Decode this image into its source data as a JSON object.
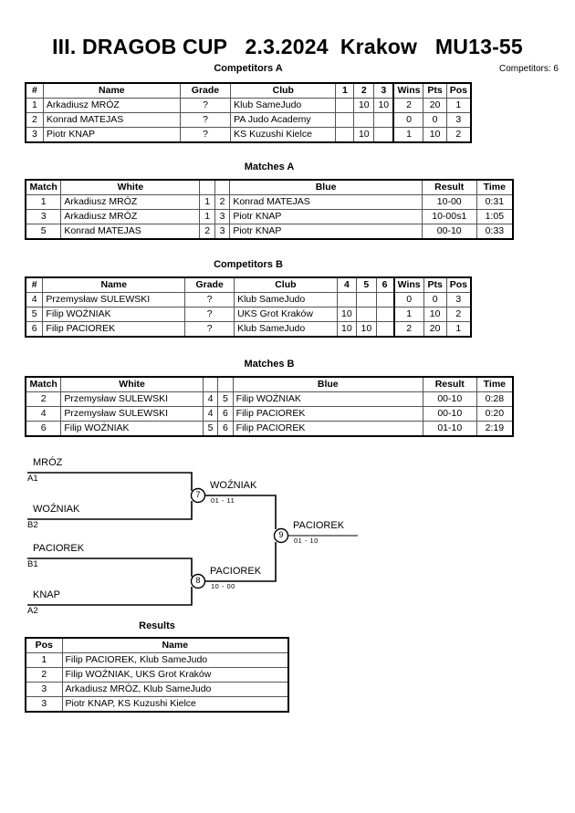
{
  "header": {
    "title": "III. DRAGOB CUP   2.3.2024  Krakow   MU13-55",
    "competitors_count_label": "Competitors: 6"
  },
  "sections": {
    "competitors_a_caption": "Competitors A",
    "matches_a_caption": "Matches A",
    "competitors_b_caption": "Competitors B",
    "matches_b_caption": "Matches B",
    "results_caption": "Results"
  },
  "competitors_a": {
    "headers": {
      "idx": "#",
      "name": "Name",
      "grade": "Grade",
      "club": "Club",
      "s1": "1",
      "s2": "2",
      "s3": "3",
      "wins": "Wins",
      "pts": "Pts",
      "pos": "Pos"
    },
    "rows": [
      {
        "idx": "1",
        "name": "Arkadiusz MRÓZ",
        "grade": "?",
        "club": "Klub SameJudo",
        "s1": "",
        "s2": "10",
        "s3": "10",
        "wins": "2",
        "pts": "20",
        "pos": "1"
      },
      {
        "idx": "2",
        "name": "Konrad MATEJAS",
        "grade": "?",
        "club": "PA Judo Academy",
        "s1": "",
        "s2": "",
        "s3": "",
        "wins": "0",
        "pts": "0",
        "pos": "3"
      },
      {
        "idx": "3",
        "name": "Piotr KNAP",
        "grade": "?",
        "club": "KS Kuzushi Kielce",
        "s1": "",
        "s2": "10",
        "s3": "",
        "wins": "1",
        "pts": "10",
        "pos": "2"
      }
    ]
  },
  "matches_a": {
    "headers": {
      "match": "Match",
      "white": "White",
      "n1": "",
      "n2": "",
      "blue": "Blue",
      "result": "Result",
      "time": "Time"
    },
    "rows": [
      {
        "match": "1",
        "white": "Arkadiusz MRÓZ",
        "n1": "1",
        "n2": "2",
        "blue": "Konrad MATEJAS",
        "result": "10-00",
        "time": "0:31"
      },
      {
        "match": "3",
        "white": "Arkadiusz MRÓZ",
        "n1": "1",
        "n2": "3",
        "blue": "Piotr KNAP",
        "result": "10-00s1",
        "time": "1:05"
      },
      {
        "match": "5",
        "white": "Konrad MATEJAS",
        "n1": "2",
        "n2": "3",
        "blue": "Piotr KNAP",
        "result": "00-10",
        "time": "0:33"
      }
    ]
  },
  "competitors_b": {
    "headers": {
      "idx": "#",
      "name": "Name",
      "grade": "Grade",
      "club": "Club",
      "s1": "4",
      "s2": "5",
      "s3": "6",
      "wins": "Wins",
      "pts": "Pts",
      "pos": "Pos"
    },
    "rows": [
      {
        "idx": "4",
        "name": "Przemysław SULEWSKI",
        "grade": "?",
        "club": "Klub SameJudo",
        "s1": "",
        "s2": "",
        "s3": "",
        "wins": "0",
        "pts": "0",
        "pos": "3"
      },
      {
        "idx": "5",
        "name": "Filip WOŹNIAK",
        "grade": "?",
        "club": "UKS Grot Kraków",
        "s1": "10",
        "s2": "",
        "s3": "",
        "wins": "1",
        "pts": "10",
        "pos": "2"
      },
      {
        "idx": "6",
        "name": "Filip PACIOREK",
        "grade": "?",
        "club": "Klub SameJudo",
        "s1": "10",
        "s2": "10",
        "s3": "",
        "wins": "2",
        "pts": "20",
        "pos": "1"
      }
    ]
  },
  "matches_b": {
    "headers": {
      "match": "Match",
      "white": "White",
      "n1": "",
      "n2": "",
      "blue": "Blue",
      "result": "Result",
      "time": "Time"
    },
    "rows": [
      {
        "match": "2",
        "white": "Przemysław SULEWSKI",
        "n1": "4",
        "n2": "5",
        "blue": "Filip WOŹNIAK",
        "result": "00-10",
        "time": "0:28"
      },
      {
        "match": "4",
        "white": "Przemysław SULEWSKI",
        "n1": "4",
        "n2": "6",
        "blue": "Filip PACIOREK",
        "result": "00-10",
        "time": "0:20"
      },
      {
        "match": "6",
        "white": "Filip WOŹNIAK",
        "n1": "5",
        "n2": "6",
        "blue": "Filip PACIOREK",
        "result": "01-10",
        "time": "2:19"
      }
    ]
  },
  "bracket": {
    "entries": [
      {
        "name": "MRÓZ",
        "seed": "A1"
      },
      {
        "name": "WOŹNIAK",
        "seed": "B2"
      },
      {
        "name": "PACIOREK",
        "seed": "B1"
      },
      {
        "name": "KNAP",
        "seed": "A2"
      }
    ],
    "nodes": [
      {
        "number": "7",
        "winner": "WOŹNIAK",
        "score": "01 - 11"
      },
      {
        "number": "8",
        "winner": "PACIOREK",
        "score": "10 - 00"
      },
      {
        "number": "9",
        "winner": "PACIOREK",
        "score": "01 - 10"
      }
    ]
  },
  "results": {
    "headers": {
      "pos": "Pos",
      "name": "Name"
    },
    "rows": [
      {
        "pos": "1",
        "name": "Filip PACIOREK, Klub SameJudo"
      },
      {
        "pos": "2",
        "name": "Filip WOŹNIAK, UKS Grot Kraków"
      },
      {
        "pos": "3",
        "name": "Arkadiusz MRÓZ, Klub SameJudo"
      },
      {
        "pos": "3",
        "name": "Piotr KNAP, KS Kuzushi Kielce"
      }
    ]
  }
}
